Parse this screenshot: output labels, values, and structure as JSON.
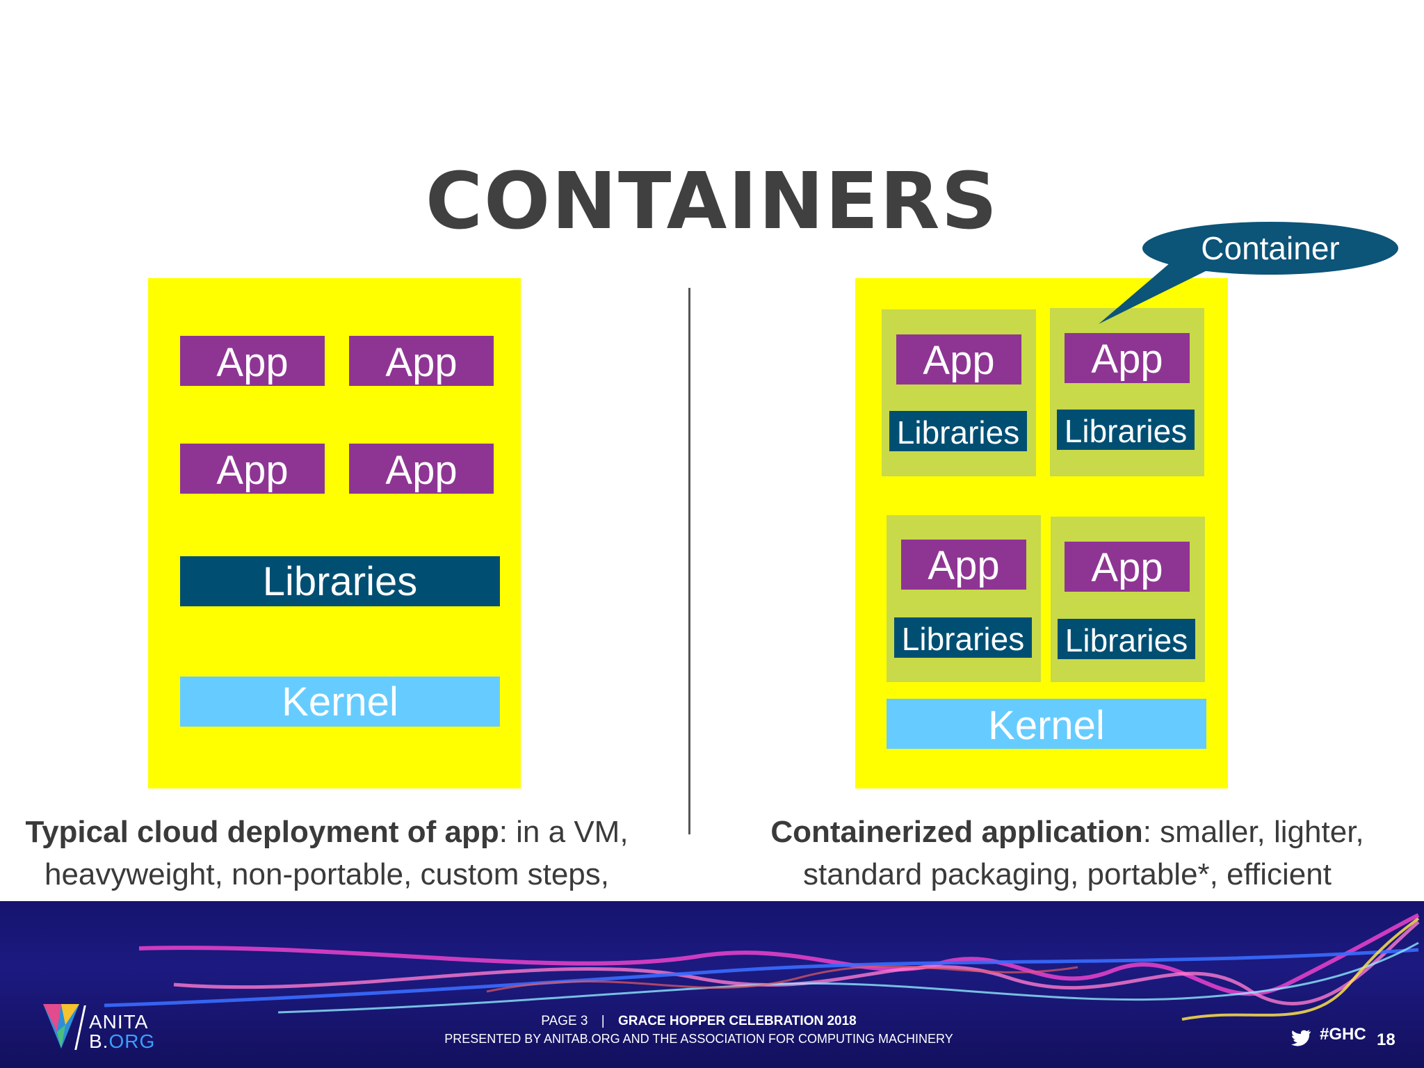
{
  "slide": {
    "title": "CONTAINERS"
  },
  "left_diagram": {
    "apps": [
      "App",
      "App",
      "App",
      "App"
    ],
    "libraries": "Libraries",
    "kernel": "Kernel"
  },
  "right_diagram": {
    "callout": "Container",
    "containers": [
      {
        "app": "App",
        "libraries": "Libraries"
      },
      {
        "app": "App",
        "libraries": "Libraries"
      },
      {
        "app": "App",
        "libraries": "Libraries"
      },
      {
        "app": "App",
        "libraries": "Libraries"
      }
    ],
    "kernel": "Kernel"
  },
  "captions": {
    "left_bold": "Typical cloud deployment of app",
    "left_rest_line1": ": in a VM,",
    "left_line2": "heavyweight, non-portable, custom steps,",
    "right_bold": "Containerized application",
    "right_rest_line1": ": smaller, lighter,",
    "right_line2": "standard packaging, portable*, efficient"
  },
  "footer": {
    "logo_line1": "ANITA",
    "logo_line2_a": "B.",
    "logo_line2_b": "ORG",
    "page_label": "PAGE 3",
    "separator": "|",
    "event": "GRACE HOPPER CELEBRATION 2018",
    "presented_by": "PRESENTED BY ANITAB.ORG AND THE ASSOCIATION FOR COMPUTING MACHINERY",
    "hashtag": "#GHC",
    "slide_number": "18"
  },
  "colors": {
    "panel": "#ffff00",
    "app": "#8e3594",
    "libraries": "#004f73",
    "kernel": "#66ccff",
    "container_box": "#c8d94a",
    "callout": "#0c5478"
  }
}
